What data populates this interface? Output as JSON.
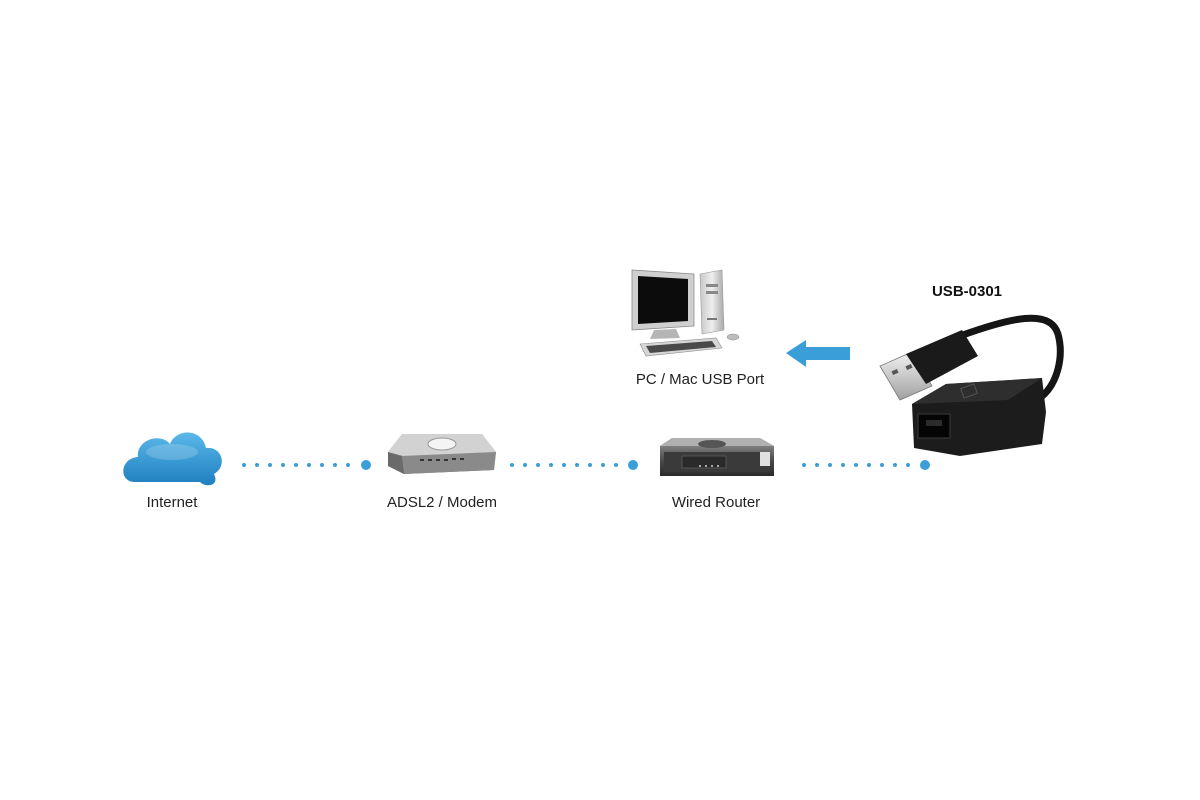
{
  "nodes": {
    "internet": {
      "label": "Internet",
      "icon": "cloud-icon"
    },
    "modem": {
      "label": "ADSL2 / Modem",
      "icon": "modem-icon"
    },
    "router": {
      "label": "Wired Router",
      "icon": "router-icon"
    },
    "pc": {
      "label": "PC / Mac USB Port",
      "icon": "desktop-computer-icon"
    },
    "adapter": {
      "label": "USB-0301",
      "icon": "usb-ethernet-adapter-icon"
    }
  },
  "colors": {
    "accent": "#3a9fd8",
    "cloud": "#2f95d3",
    "text": "#222222"
  }
}
